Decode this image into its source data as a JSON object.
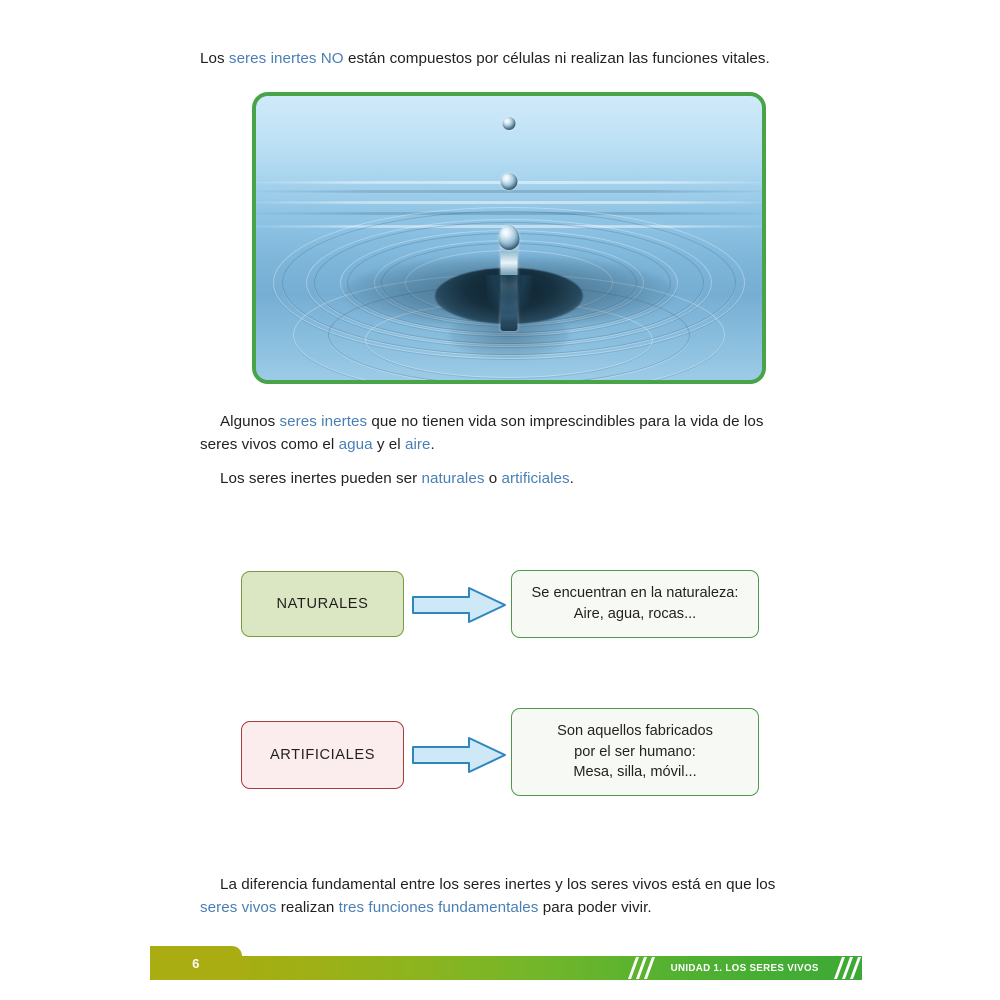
{
  "page": {
    "background_color": "#ffffff",
    "accent_blue": "#4a7fb5",
    "accent_green": "#49a348",
    "accent_olive": "#a9ad11"
  },
  "intro": {
    "part1": "Los ",
    "highlight1": "seres inertes NO",
    "part2": " están compuestos por células ni realizan las funciones vitales."
  },
  "figure": {
    "alt": "Gota de agua cayendo sobre una superficie de agua con ondas concéntricas",
    "border_color": "#49a348"
  },
  "paragraphs": {
    "p1": {
      "part1": "Algunos ",
      "highlight1": "seres inertes",
      "part2": " que no tienen vida son imprescindibles para la vida de los seres vivos como el ",
      "highlight2": "agua",
      "part3": " y el ",
      "highlight3": "aire",
      "part4": "."
    },
    "p2": {
      "part1": "Los seres inertes pueden ser ",
      "highlight1": "naturales",
      "part2": " o ",
      "highlight2": "artificiales",
      "part3": "."
    },
    "p3": {
      "part1": "La diferencia fundamental entre los seres inertes y los seres vivos está en que los ",
      "highlight1": "seres vivos",
      "part2": " realizan ",
      "highlight2": "tres funciones fundamentales",
      "part3": " para poder vivir."
    }
  },
  "diagram": {
    "rows": [
      {
        "label": "NATURALES",
        "label_fill": "#dae7c2",
        "label_border": "#7a9a41",
        "description_line1": "Se encuentran en la naturaleza:",
        "description_line2": "Aire, agua, rocas...",
        "description_border": "#4e9a4b",
        "arrow_fill": "#cfe8f7",
        "arrow_stroke": "#2e86c1"
      },
      {
        "label": "ARTIFICIALES",
        "label_fill": "#fbeced",
        "label_border": "#a93b3b",
        "description_line1": "Son aquellos fabricados",
        "description_line2": "por el ser humano:",
        "description_line3": "Mesa, silla, móvil...",
        "description_border": "#4e9a4b",
        "arrow_fill": "#cfe8f7",
        "arrow_stroke": "#2e86c1"
      }
    ]
  },
  "footer": {
    "page_number": "6",
    "unit_label": "UNIDAD 1.  LOS SERES VIVOS",
    "tab_color": "#a9ad11",
    "bar_gradient_start": "#a9ad11",
    "bar_gradient_end": "#3ea835"
  }
}
